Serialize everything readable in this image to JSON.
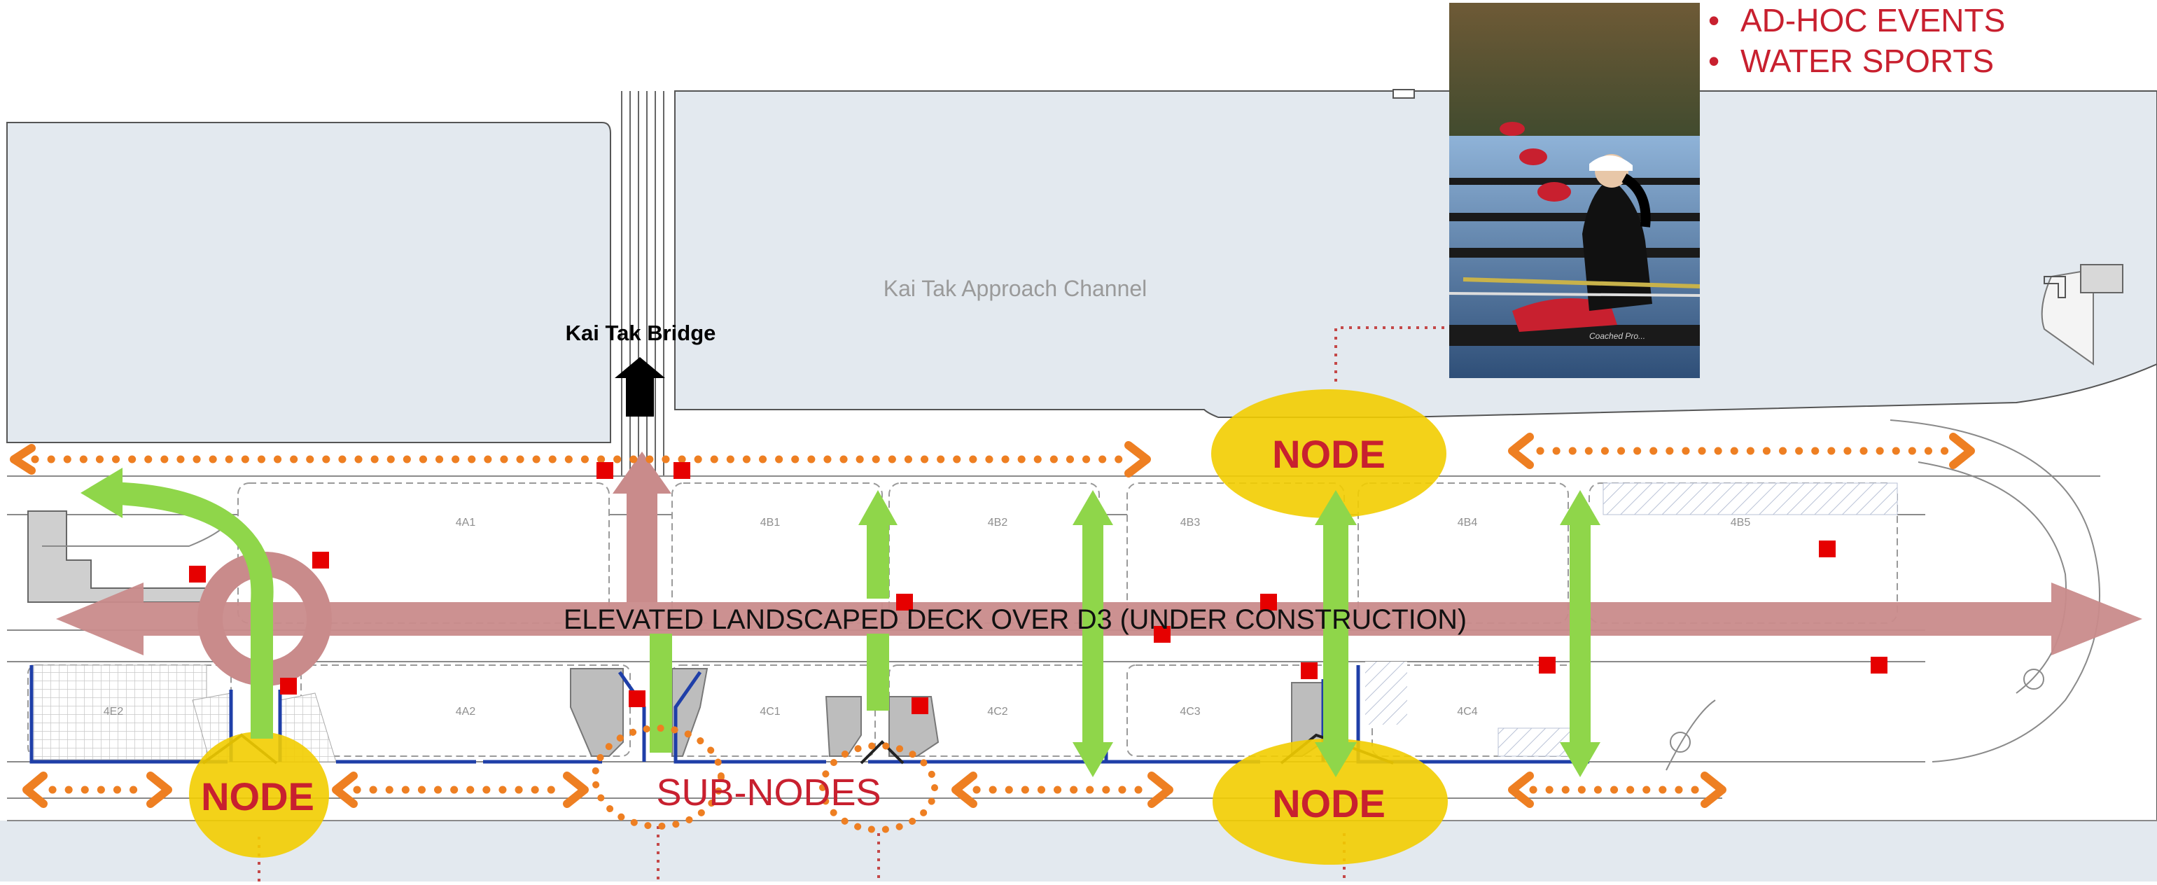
{
  "activities": [
    "AD-HOC EVENTS",
    "WATER SPORTS"
  ],
  "channel_label": "Kai Tak Approach Channel",
  "bridge_label": "Kai Tak Bridge",
  "deck_label": "ELEVATED LANDSCAPED DECK OVER D3 (UNDER CONSTRUCTION)",
  "node_label": "NODE",
  "subnodes_label": "SUB-NODES",
  "photo_credit": "Coached Pro...",
  "plots": {
    "a1": "4A1",
    "a2": "4A2",
    "b1": "4B1",
    "b2": "4B2",
    "b3": "4B3",
    "b4": "4B4",
    "b5": "4B5",
    "c1": "4C1",
    "c2": "4C2",
    "c3": "4C3",
    "c4": "4C4",
    "e2": "4E2"
  },
  "colors": {
    "water": "#e3e9ef",
    "deck": "#c98b8b",
    "green_arrow": "#8fd64a",
    "orange_path": "#ee7f22",
    "node_fill": "#f2cd00",
    "node_text": "#c8202f",
    "marker": "#e60000",
    "frontage": "#1f3fa8"
  }
}
